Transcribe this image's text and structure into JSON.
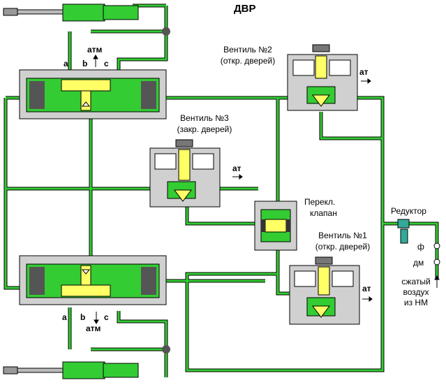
{
  "title": "ДВР",
  "colors": {
    "pipe": "#33cc33",
    "pipe_edge": "#000000",
    "body": "#d0d0d0",
    "piston": "#ffff66",
    "dark": "#555555"
  },
  "cylinder_top": {
    "port_a": "a",
    "port_b": "b",
    "port_c": "c",
    "exhaust": "атм"
  },
  "cylinder_bottom": {
    "port_a": "a",
    "port_b": "b",
    "port_c": "c",
    "exhaust": "атм"
  },
  "valve2": {
    "title": "Вентиль №2",
    "subtitle": "(откр. дверей)",
    "exhaust": "ат"
  },
  "valve3": {
    "title": "Вентиль №3",
    "subtitle": "(закр. дверей)",
    "exhaust": "ат"
  },
  "valve1": {
    "title": "Вентиль №1",
    "subtitle": "(откр. дверей)",
    "exhaust": "ат"
  },
  "switch_valve": {
    "line1": "Перекл.",
    "line2": "клапан"
  },
  "reducer": {
    "label": "Редуктор",
    "filter": "ф",
    "gauge": "дм"
  },
  "air_supply": {
    "line1": "сжатый",
    "line2": "воздух",
    "line3": "из НМ"
  },
  "icons": [
    "arrow-right-icon",
    "arrow-up-icon",
    "arrow-down-icon",
    "valve-icon",
    "filter-icon"
  ]
}
